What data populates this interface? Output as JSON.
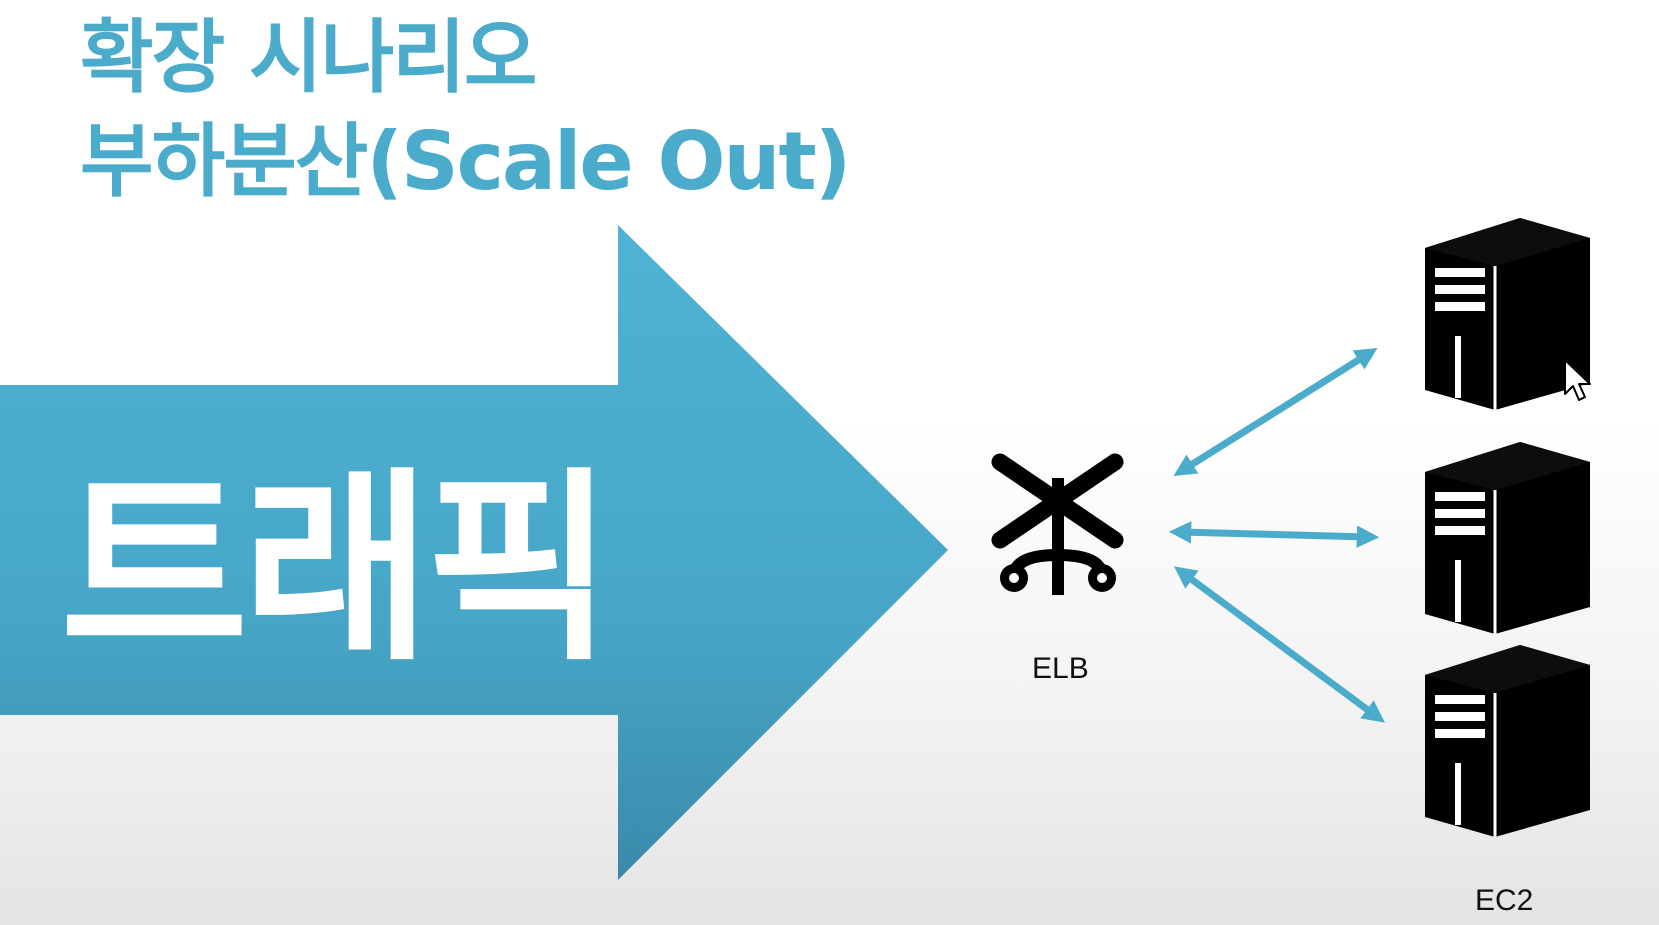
{
  "title": {
    "line1": "확장 시나리오",
    "line2": "부하분산(Scale Out)"
  },
  "traffic": {
    "label": "트래픽"
  },
  "load_balancer": {
    "label": "ELB",
    "icon": "load-balancer-icon"
  },
  "servers": {
    "label": "EC2",
    "count": 3,
    "icon": "server-tower-icon"
  },
  "colors": {
    "accent": "#4aabca",
    "arrow_top": "#4fb3d4",
    "arrow_bottom": "#3d8fae",
    "icon": "#000000"
  }
}
